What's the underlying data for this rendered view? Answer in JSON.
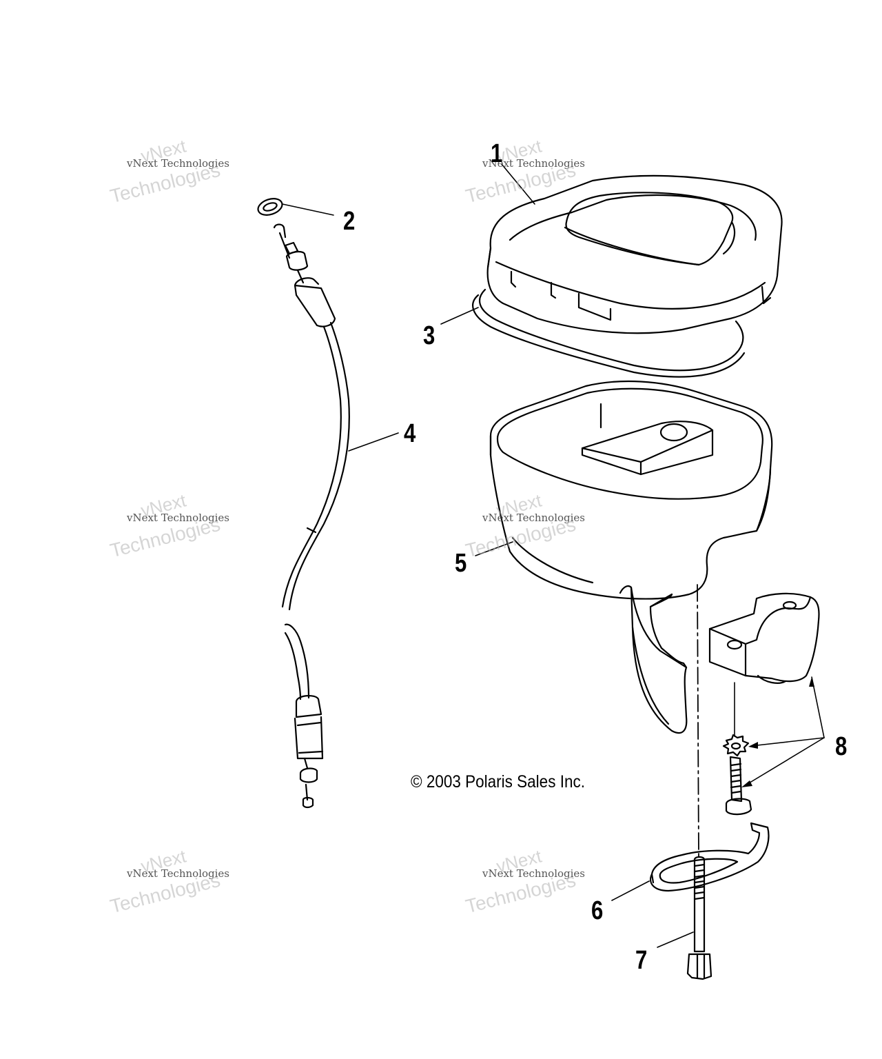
{
  "diagram": {
    "copyright": "© 2003 Polaris Sales Inc.",
    "watermark": {
      "brand": "vNext",
      "line": "vNext Technologies",
      "word": "Technologies"
    },
    "callouts": [
      {
        "id": "1",
        "label": "1"
      },
      {
        "id": "2",
        "label": "2"
      },
      {
        "id": "3",
        "label": "3"
      },
      {
        "id": "4",
        "label": "4"
      },
      {
        "id": "5",
        "label": "5"
      },
      {
        "id": "6",
        "label": "6"
      },
      {
        "id": "7",
        "label": "7"
      },
      {
        "id": "8",
        "label": "8"
      }
    ],
    "colors": {
      "ink": "#000000",
      "background": "#ffffff",
      "watermark": "#b4b4b4"
    }
  }
}
